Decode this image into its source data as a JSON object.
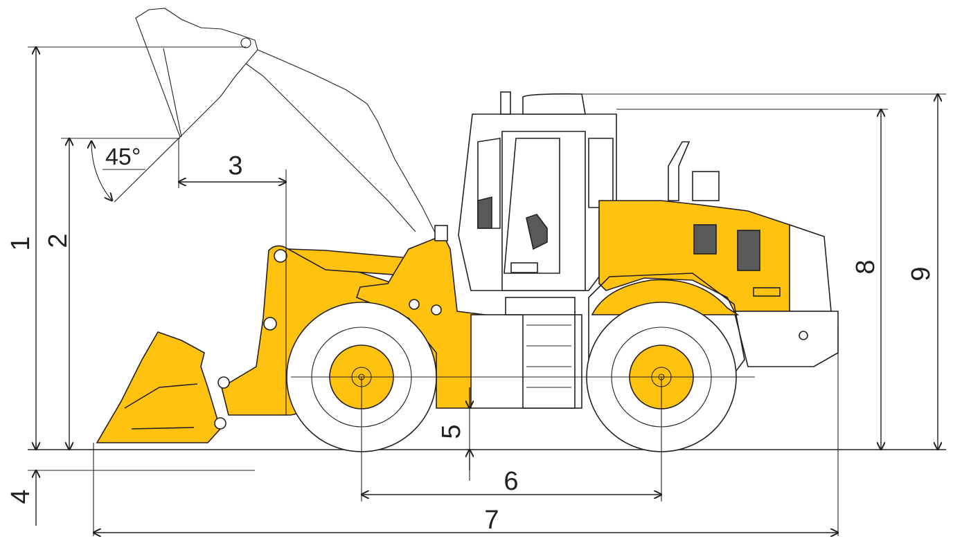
{
  "dimension_labels": {
    "d1": "1",
    "d2": "2",
    "d3": "3",
    "d4": "4",
    "d5": "5",
    "d6": "6",
    "d7": "7",
    "d8": "8",
    "d9": "9"
  },
  "angle_label": "45°",
  "colors": {
    "machine_yellow": "#ffc20e",
    "outline": "#231f20",
    "window_grey": "#58595b",
    "background": "#ffffff"
  }
}
